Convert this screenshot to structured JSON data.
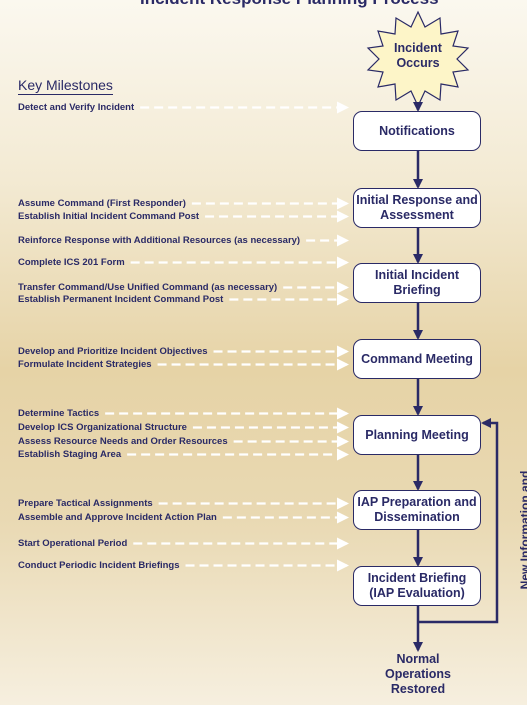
{
  "title_partial": "Incident Response Planning Process",
  "key_milestones_heading": "Key Milestones",
  "start": "Incident Occurs",
  "boxes": [
    "Notifications",
    "Initial Response and Assessment",
    "Initial Incident Briefing",
    "Command Meeting",
    "Planning Meeting",
    "IAP Preparation and Dissemination",
    "Incident Briefing (IAP Evaluation)"
  ],
  "end": "Normal Operations Restored",
  "feedback_label": "New Information and Recommendations",
  "milestones": [
    "Detect and Verify Incident",
    "Assume Command (First Responder)",
    "Establish Initial Incident Command Post",
    "Reinforce Response with Additional Resources (as necessary)",
    "Complete ICS 201 Form",
    "Transfer Command/Use Unified Command (as necessary)",
    "Establish Permanent Incident Command Post",
    "Develop and Prioritize Incident Objectives",
    "Formulate Incident Strategies",
    "Determine Tactics",
    "Develop ICS Organizational Structure",
    "Assess Resource Needs and Order Resources",
    "Establish Staging Area",
    "Prepare Tactical Assignments",
    "Assemble and Approve Incident Action Plan",
    "Start Operational Period",
    "Conduct Periodic Incident Briefings"
  ],
  "colors": {
    "navy": "#2a2a66",
    "box_fill": "#ffffff",
    "star_fill": "#fdf5c8"
  }
}
